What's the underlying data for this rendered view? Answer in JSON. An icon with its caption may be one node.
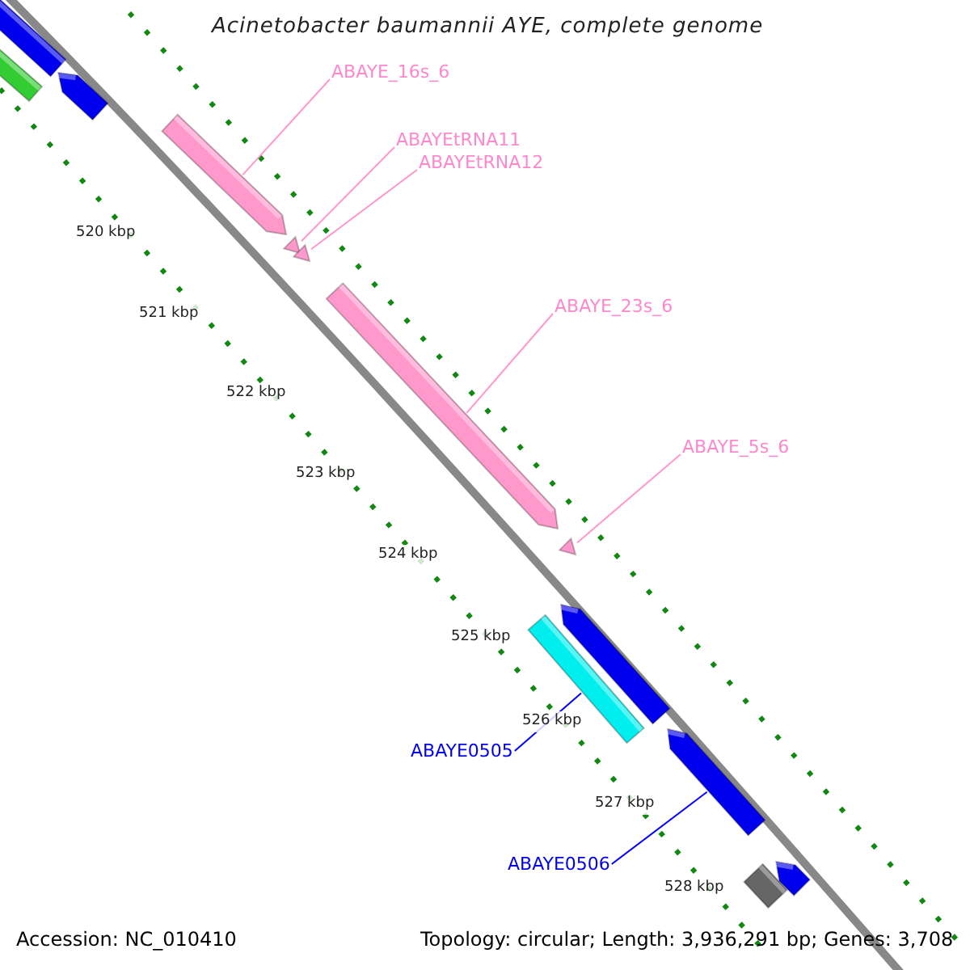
{
  "diagram": {
    "title": "Acinetobacter baumannii AYE, complete genome",
    "nodes": [
      {
        "text": [],
        "shape": "bar"
      },
      {
        "text": [],
        "shape": "bar"
      },
      {
        "text": [],
        "shape": "bar"
      },
      {
        "text": [
          "ABAYE_16s_6"
        ]
      },
      {
        "text": [],
        "shape": "bar"
      },
      {
        "text": [
          "ABAYEtRNA11"
        ]
      },
      {
        "text": [
          "ABAYEtRNA12"
        ]
      },
      {
        "text": [],
        "shape": "triangle"
      },
      {
        "text": [],
        "shape": "triangle"
      },
      {
        "text": [
          "ABAYE_23s_6"
        ]
      },
      {
        "text": [],
        "shape": "bar"
      },
      {
        "text": [
          "ABAYE_5s_6"
        ]
      },
      {
        "text": [],
        "shape": "triangle"
      },
      {
        "text": [],
        "shape": "bar"
      },
      {
        "text": [],
        "shape": "bar"
      },
      {
        "text": [
          "ABAYE0505"
        ]
      },
      {
        "text": [],
        "shape": "bar"
      },
      {
        "text": [
          "ABAYE0506"
        ]
      },
      {
        "text": [],
        "shape": "bar"
      },
      {
        "text": [],
        "shape": "box"
      }
    ],
    "edges": [
      {
        "from": 3,
        "to": 4,
        "arrow": "none"
      },
      {
        "from": 5,
        "to": 7,
        "arrow": "none"
      },
      {
        "from": 6,
        "to": 8,
        "arrow": "none"
      },
      {
        "from": 9,
        "to": 10,
        "arrow": "none"
      },
      {
        "from": 11,
        "to": 12,
        "arrow": "none"
      },
      {
        "from": 15,
        "to": 14,
        "arrow": "none",
        "color": "#0000ff"
      },
      {
        "from": 17,
        "to": 16,
        "arrow": "none",
        "color": "#0000ff"
      }
    ],
    "labels": [
      "520 kbp",
      "521 kbp",
      "522 kbp",
      "523 kbp",
      "524 kbp",
      "525 kbp",
      "526 kbp",
      "527 kbp",
      "528 kbp",
      "Accession: NC_010410",
      "Topology: circular; Length: 3,936,291 bp; Genes: 3,708"
    ]
  }
}
